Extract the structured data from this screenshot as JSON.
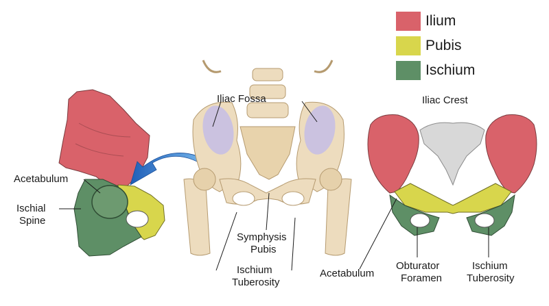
{
  "legend": [
    {
      "name": "Ilium",
      "color": "#d9626a"
    },
    {
      "name": "Pubis",
      "color": "#d8d64c"
    },
    {
      "name": "Ischium",
      "color": "#5e8f66"
    }
  ],
  "labels": {
    "iliac_fossa": "Iliac Fossa",
    "iliac_crest": "Iliac Crest",
    "acetabulum_left": "Acetabulum",
    "ischial_spine_l1": "Ischial",
    "ischial_spine_l2": "Spine",
    "symphysis_l1": "Symphysis",
    "symphysis_l2": "Pubis",
    "ischium_tub_center_l1": "Ischium",
    "ischium_tub_center_l2": "Tuberosity",
    "acetabulum_right": "Acetabulum",
    "obturator_l1": "Obturator",
    "obturator_l2": "Foramen",
    "ischium_tub_right_l1": "Ischium",
    "ischium_tub_right_l2": "Tuberosity"
  },
  "colors": {
    "bone": "#eddcbe",
    "bone_shade": "#d6c09a",
    "fossa": "#c7bfe3",
    "sacrum_gray": "#d8d8d8",
    "arrow": "#2f7fd6"
  }
}
